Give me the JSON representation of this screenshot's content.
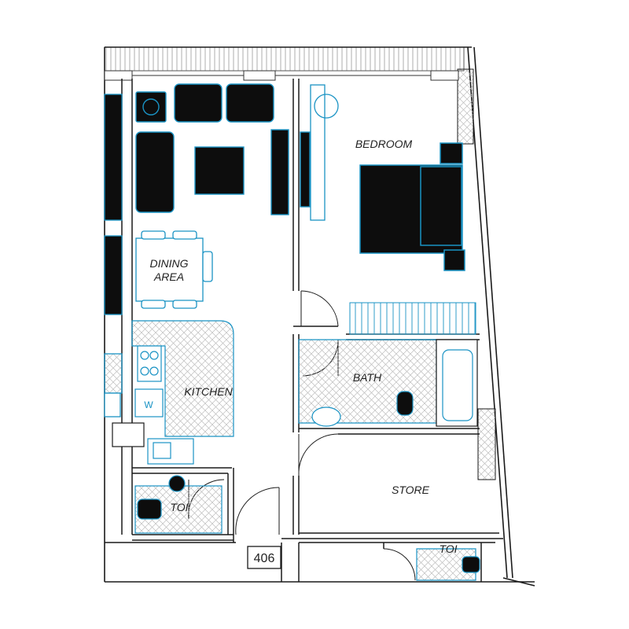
{
  "rooms": {
    "bedroom": "BEDROOM",
    "dining": [
      "DINING",
      "AREA"
    ],
    "kitchen": "KITCHEN",
    "bath": "BATH",
    "store": "STORE",
    "toilet_left": "TOI",
    "toilet_right": "TOI"
  },
  "unit_number": "406",
  "colors": {
    "wall": "#1a1a1a",
    "furniture": "#1a93c4",
    "fill_dark": "#0d0d0d",
    "tile_hatch": "#b8b8b8"
  }
}
